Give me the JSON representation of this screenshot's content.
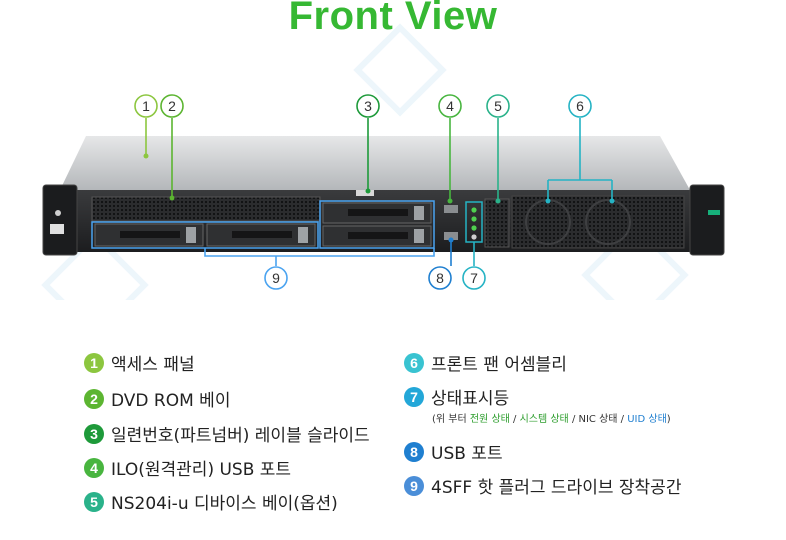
{
  "title": "Front View",
  "callouts": {
    "c1": "1",
    "c2": "2",
    "c3": "3",
    "c4": "4",
    "c5": "5",
    "c6": "6",
    "c7": "7",
    "c8": "8",
    "c9": "9"
  },
  "legend": {
    "left": [
      {
        "num": "1",
        "text": "액세스 패널",
        "color": "#8cc63f"
      },
      {
        "num": "2",
        "text": "DVD ROM 베이",
        "color": "#5cb531"
      },
      {
        "num": "3",
        "text": "일련번호(파트넘버) 레이블 슬라이드",
        "color": "#1e9a3a"
      },
      {
        "num": "4",
        "text": "ILO(원격관리) USB 포트",
        "color": "#48b53f"
      },
      {
        "num": "5",
        "text": "NS204i-u 디바이스 베이(옵션)",
        "color": "#2ab28a"
      }
    ],
    "right": [
      {
        "num": "6",
        "text": "프론트 팬 어셈블리",
        "color": "#39c3d1"
      },
      {
        "num": "7",
        "text": "상태표시등",
        "color": "#23a7d8"
      },
      {
        "num": "8",
        "text": "USB 포트",
        "color": "#1f7fd0"
      },
      {
        "num": "9",
        "text": "4SFF 핫 플러그 드라이브 장착공간",
        "color": "#4a8ed8"
      }
    ],
    "status_note": {
      "prefix": "(위 부터 ",
      "power": "전원 상태",
      "sep1": " / ",
      "system": "시스템 상태",
      "sep2": " / ",
      "nic": "NIC 상태",
      "sep3": " / ",
      "uid": "UID 상태",
      "suffix": ")"
    }
  },
  "colors": {
    "title": "#36b833",
    "callout_green": "#8cc63f",
    "callout_teal": "#25b3c4",
    "callout_blue": "#1f7fd0",
    "server_top": "#bfc2c5",
    "bezel": "#2a2b2d",
    "status_power": "#2e9e2e",
    "status_system": "#2e9e2e",
    "status_nic": "#333333",
    "status_uid": "#1f7fd0"
  }
}
